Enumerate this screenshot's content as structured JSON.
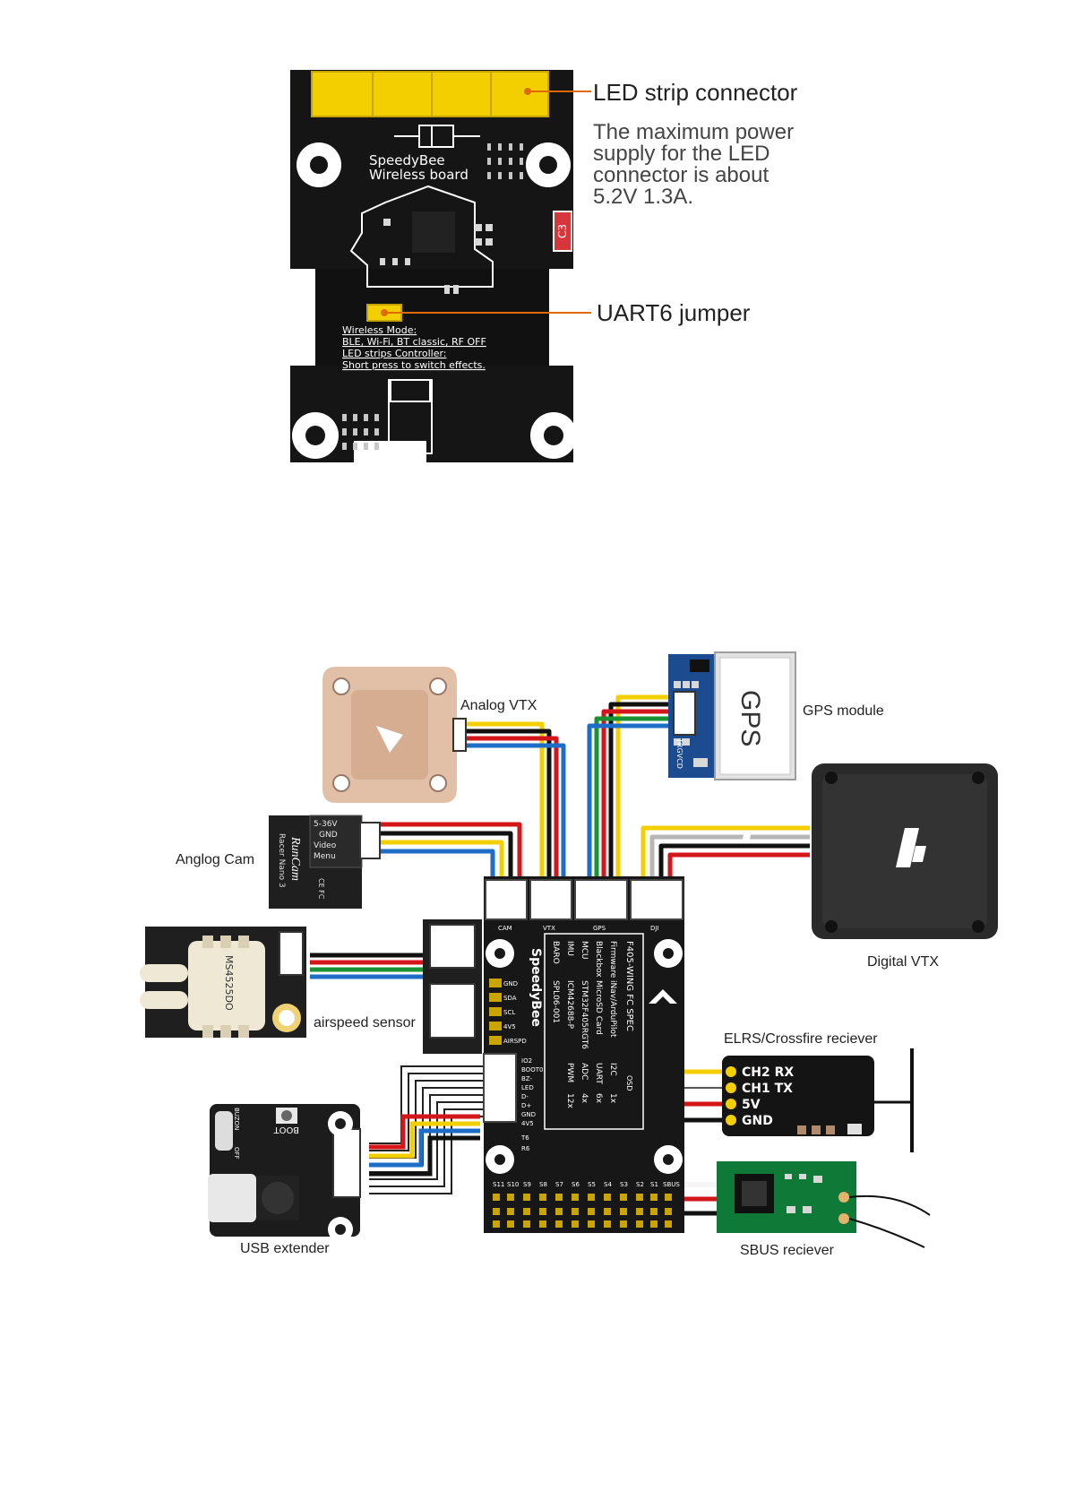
{
  "wireless_board": {
    "board_name_line1": "SpeedyBee",
    "board_name_line2": "Wireless board",
    "cap_label": "C3",
    "led_connector_label": "LED strip connector",
    "led_power_note": [
      "The maximum power",
      "supply for the LED",
      "connector is about",
      "5.2V 1.3A."
    ],
    "uart6_label": "UART6 jumper",
    "silk_lines": [
      "Wireless Mode:",
      "BLE, Wi-Fi, BT classic, RF OFF",
      "LED strips Controller:",
      "Short press to switch effects."
    ]
  },
  "wiring": {
    "labels": {
      "analog_vtx": "Analog VTX",
      "gps_module": "GPS module",
      "analog_cam": "Anglog Cam",
      "digital_vtx": "Digital VTX",
      "airspeed": "airspeed sensor",
      "elrs": "ELRS/Crossfire reciever",
      "usb_ext": "USB extender",
      "sbus": "SBUS reciever"
    },
    "gps_text": "GPS",
    "gps_pins": "TRGVCD",
    "cam_text": [
      "5-36V",
      "GND",
      "Video",
      "Menu"
    ],
    "cam_brand": "RunCam",
    "cam_model": "Racer Nano 3",
    "cam_cert": "CE FC",
    "airspeed_chip": "MS4525DO",
    "usb_boot": "BOOT",
    "usb_buzon": "BUZON",
    "usb_off": "OFF",
    "elrs_pins": [
      "CH2 RX",
      "CH1 TX",
      "5V",
      "GND"
    ],
    "fc": {
      "conn_labels": [
        "CAM",
        "VTX",
        "GPS",
        "DJI"
      ],
      "i2c_pins": [
        "GND",
        "SDA",
        "SCL",
        "4V5",
        "AIRSPD"
      ],
      "side_pins": [
        "IO2",
        "BOOT0",
        "BZ-",
        "LED",
        "D-",
        "D+",
        "GND",
        "4V5"
      ],
      "brand": "SpeedyBee",
      "spec_title": "F405-WING FC SPEC",
      "spec_rows": [
        [
          "Firmware",
          "iNav/ArduPilot"
        ],
        [
          "Blackbox",
          "MicroSD Card"
        ],
        [
          "MCU",
          "STM32F405RGT6"
        ],
        [
          "IMU",
          "ICM42688-P"
        ],
        [
          "BARO",
          "SPL06-001"
        ]
      ],
      "spec_row2": [
        [
          "I2C",
          "1x"
        ],
        [
          "UART",
          "6x"
        ],
        [
          "ADC",
          "4x"
        ],
        [
          "PWM",
          "12x"
        ]
      ],
      "servo_labels": [
        "S11",
        "S10",
        "S9",
        "S8",
        "S7",
        "S6",
        "S5",
        "S4",
        "S3",
        "S2",
        "S1",
        "SBUS"
      ],
      "small_marks": [
        "T6",
        "R6"
      ],
      "osd": "OSD"
    }
  },
  "colors": {
    "board": "#151515",
    "yellow": "#f4cf00",
    "red": "#d4161b",
    "blue": "#1e6ec8",
    "green": "#199233",
    "black": "#111111",
    "grey": "#b7b7b7",
    "gold": "#caa400",
    "sbus_green": "#0f7a38"
  }
}
